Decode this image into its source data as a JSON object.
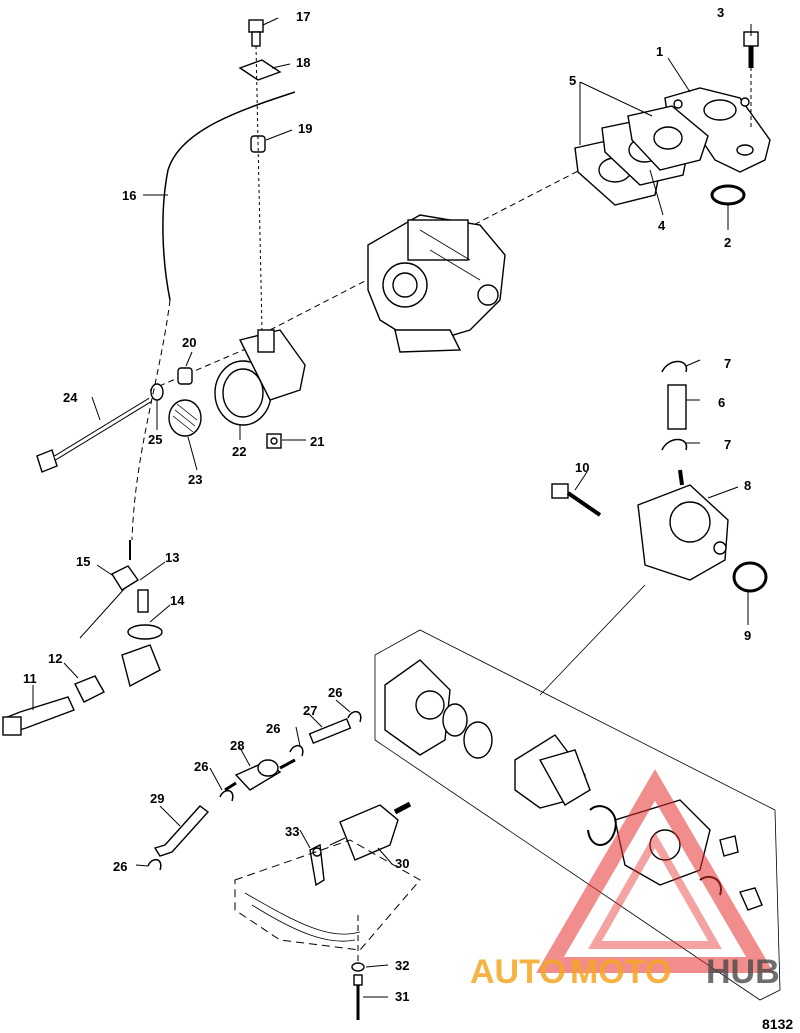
{
  "figure_number": "8132",
  "watermark": {
    "text_a": "AUTO",
    "text_b": "MOTO",
    "text_c": "HUB",
    "color_primary": "#f5a623",
    "color_secondary": "#e83030",
    "color_dark": "#4a4a4a"
  },
  "callouts": {
    "c1": "1",
    "c2": "2",
    "c3": "3",
    "c4": "4",
    "c5": "5",
    "c6": "6",
    "c7a": "7",
    "c7b": "7",
    "c8": "8",
    "c9": "9",
    "c10": "10",
    "c11": "11",
    "c12": "12",
    "c13": "13",
    "c14": "14",
    "c15": "15",
    "c16": "16",
    "c17": "17",
    "c18": "18",
    "c19": "19",
    "c20": "20",
    "c21": "21",
    "c22": "22",
    "c23": "23",
    "c24": "24",
    "c25": "25",
    "c26a": "26",
    "c26b": "26",
    "c26c": "26",
    "c26d": "26",
    "c27": "27",
    "c28": "28",
    "c29": "29",
    "c30": "30",
    "c31": "31",
    "c32": "32",
    "c33": "33"
  }
}
